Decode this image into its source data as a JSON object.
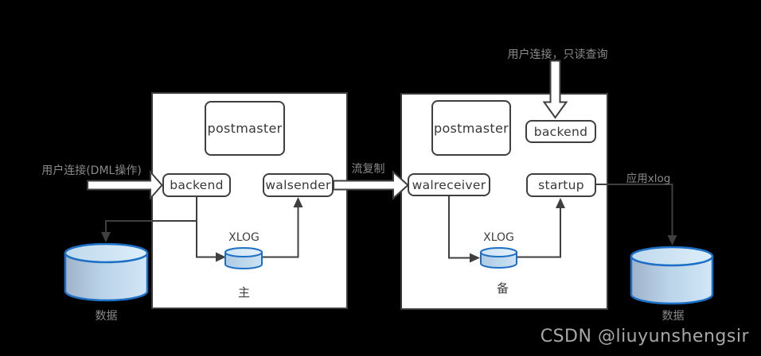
{
  "colors": {
    "canvas_bg": "#000000",
    "box_fill": "#ffffff",
    "box_border": "#3f3f3f",
    "node_text": "#383838",
    "annotation_gray": "#8a8a8a",
    "watermark_gray": "#a8a8a8",
    "cylinder_border_blue": "#1c6fc5",
    "cylinder_fill_light_blue": "#c9e1f4"
  },
  "primary": {
    "postmaster": "postmaster",
    "backend": "backend",
    "walsender": "walsender",
    "xlog": "XLOG",
    "region": "主",
    "database": "数据"
  },
  "standby": {
    "postmaster": "postmaster",
    "backend": "backend",
    "walreceiver": "walreceiver",
    "startup": "startup",
    "xlog": "XLOG",
    "region": "备",
    "database": "数据"
  },
  "annotations": {
    "user_dml": "用户连接(DML操作)",
    "stream_replication": "流复制",
    "user_readonly": "用户连接，只读查询",
    "apply_xlog": "应用xlog"
  },
  "watermark": "CSDN @liuyunshengsir"
}
